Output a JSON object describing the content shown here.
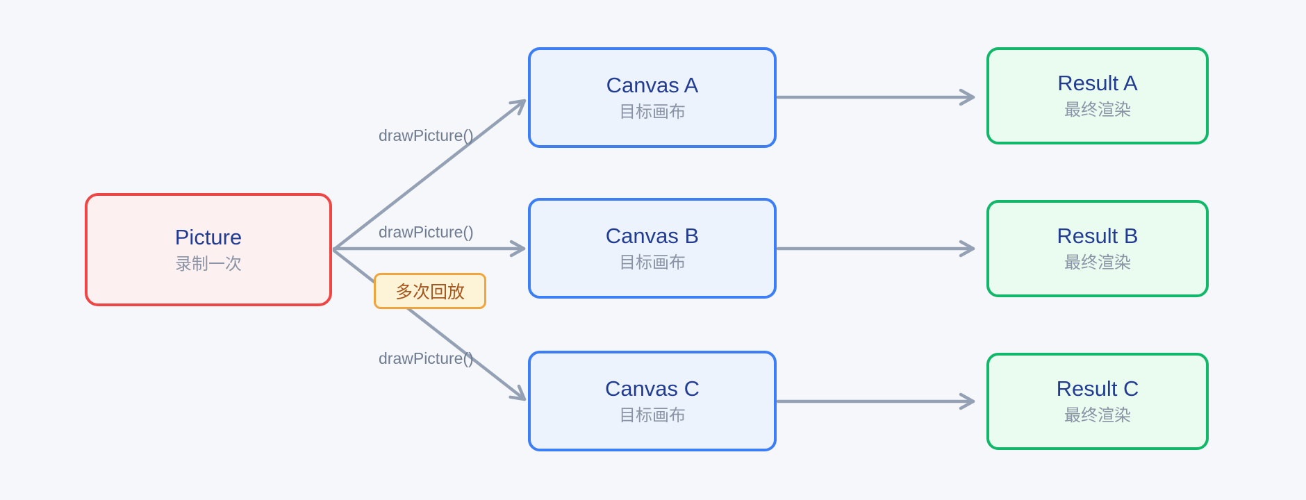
{
  "colors": {
    "canvas_bg": "#f6f7fa",
    "arrow": "#94a1b5",
    "red_border": "#ee4545",
    "red_bg": "#fdf0f0",
    "blue_border": "#3b7ef6",
    "blue_bg": "#edf3fd",
    "green_border": "#12b76a",
    "green_bg": "#eafbef",
    "yellow_border": "#efa43d",
    "yellow_bg": "#fdf3d6",
    "title_text": "#223c92",
    "subtitle_text": "#8a94a6",
    "edge_label_text": "#6e7b90",
    "badge_text": "#a4561f"
  },
  "nodes": {
    "picture": {
      "title": "Picture",
      "subtitle": "录制一次"
    },
    "canvas_a": {
      "title": "Canvas A",
      "subtitle": "目标画布"
    },
    "canvas_b": {
      "title": "Canvas B",
      "subtitle": "目标画布"
    },
    "canvas_c": {
      "title": "Canvas C",
      "subtitle": "目标画布"
    },
    "result_a": {
      "title": "Result A",
      "subtitle": "最终渲染"
    },
    "result_b": {
      "title": "Result B",
      "subtitle": "最终渲染"
    },
    "result_c": {
      "title": "Result C",
      "subtitle": "最终渲染"
    }
  },
  "edges": {
    "picture_to_canvas_a": {
      "label": "drawPicture()"
    },
    "picture_to_canvas_b": {
      "label": "drawPicture()"
    },
    "picture_to_canvas_c": {
      "label": "drawPicture()"
    }
  },
  "badge": {
    "label": "多次回放"
  }
}
